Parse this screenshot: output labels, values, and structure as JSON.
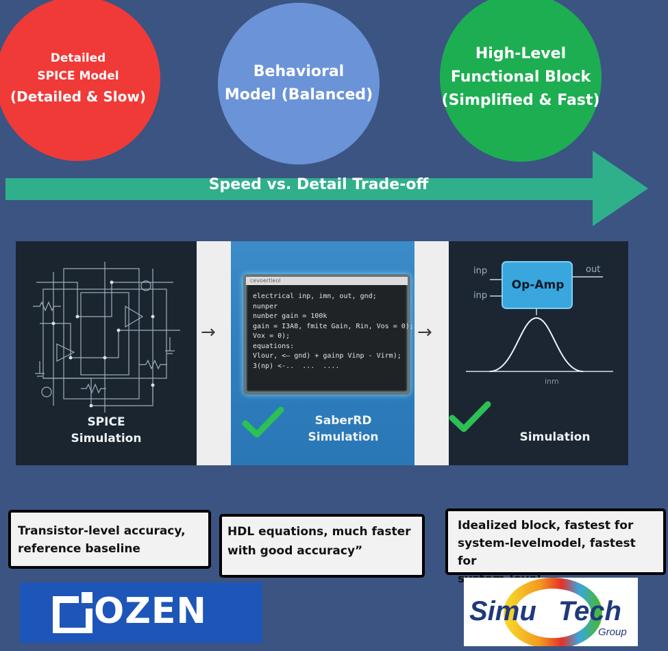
{
  "circles": {
    "spice": {
      "line1": "Detailed",
      "line2": "SPICE Model",
      "line3": "(Detailed & Slow)"
    },
    "behavioral": {
      "line1": "Behavioral",
      "line2": "Model (Balanced)"
    },
    "functional": {
      "line1": "High-Level",
      "line2": "Functional Block",
      "line3": "(Simplified & Fast)"
    }
  },
  "arrow": {
    "label": "Speed vs. Detail Trade-off"
  },
  "panels": {
    "spice": {
      "line1": "SPICE",
      "line2": "Simulation"
    },
    "saber": {
      "window_title": "cevoertleol",
      "code": "electrical inp, imn, out, gnd;\nnunper\nnunber gain = 100k\ngain = I3A8, fmite Gain, Rin, Vos = 0);\nVox = 0);\nequations:\nVlour, <— gnd) + gainp Vinp - Virm);\n3(np) <-..  ...  ....",
      "line1": "SaberRD",
      "line2": "Simulation"
    },
    "block": {
      "block_label": "Op-Amp",
      "in_top": "inp",
      "in_bottom": "inp",
      "out": "out",
      "axis": "inm",
      "label": "Simulation"
    },
    "transition_arrow": "→"
  },
  "descriptions": {
    "spice": {
      "line1": "Transistor-level accuracy,",
      "line2": "reference baseline"
    },
    "behavioral": {
      "line1": "HDL equations, much faster",
      "line2": "with good accuracy”"
    },
    "functional": {
      "line1": "Idealized block, fastest for",
      "line2": "system-levelmodel, fastest for",
      "line3": "system-level"
    }
  },
  "logos": {
    "ozen": "OZEN",
    "simutech": {
      "word1": "Simu",
      "word2": "Tech",
      "sub": "Group"
    }
  },
  "colors": {
    "background": "#3b5482",
    "circle_spice": "#f03a37",
    "circle_behavioral": "#6b93d8",
    "circle_functional": "#1dae52",
    "arrow": "#2fb08a",
    "check": "#2bc154",
    "ozen_blue": "#1d55b9",
    "simutech_navy": "#1e3a7a"
  }
}
